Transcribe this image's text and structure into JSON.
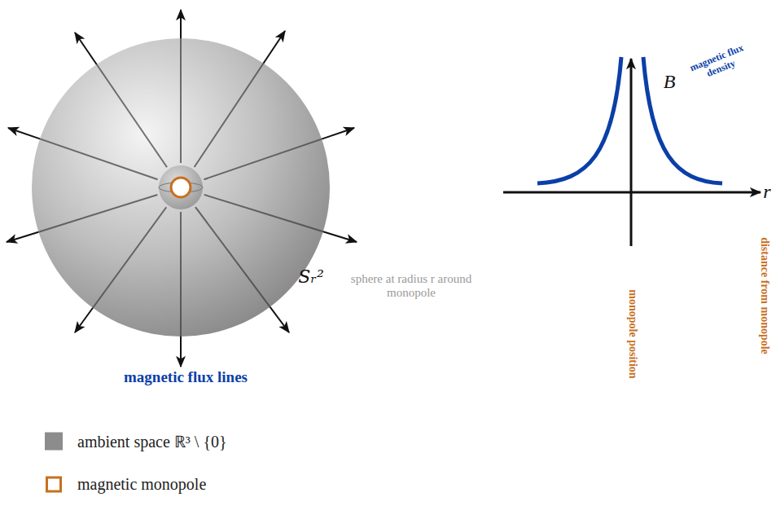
{
  "diagram": {
    "labels": [
      "magnetic flux lines",
      "Sᵣ²",
      "sphere at radius r around monopole",
      "B",
      "magnetic flux density",
      "r",
      "monopole position",
      "distance from monopole"
    ],
    "legend": [
      {
        "text": "ambient space ℝ³ \\ {0}",
        "color": "#8c8c8c"
      },
      {
        "text": "magnetic monopole"
      }
    ]
  }
}
